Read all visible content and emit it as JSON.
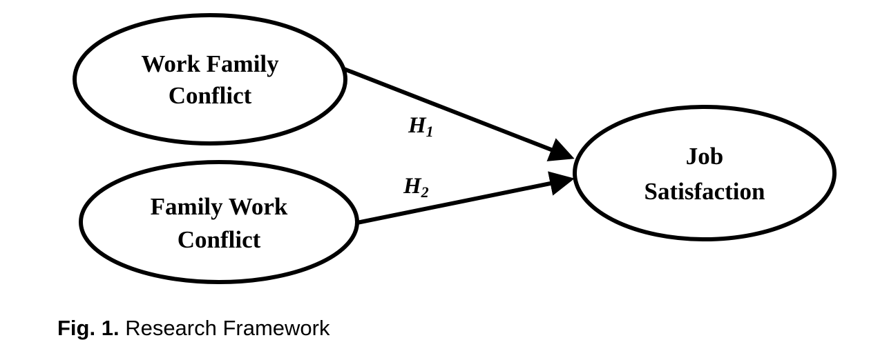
{
  "nodes": {
    "wfc": {
      "line1": "Work Family",
      "line2": "Conflict"
    },
    "fwc": {
      "line1": "Family Work",
      "line2": "Conflict"
    },
    "js": {
      "line1": "Job",
      "line2": "Satisfaction"
    }
  },
  "edges": {
    "h1": {
      "main": "H",
      "sub": "1",
      "from": "Work Family Conflict",
      "to": "Job Satisfaction"
    },
    "h2": {
      "main": "H",
      "sub": "2",
      "from": "Family Work Conflict",
      "to": "Job Satisfaction"
    }
  },
  "caption": {
    "label": "Fig. 1.",
    "text": " Research Framework"
  }
}
